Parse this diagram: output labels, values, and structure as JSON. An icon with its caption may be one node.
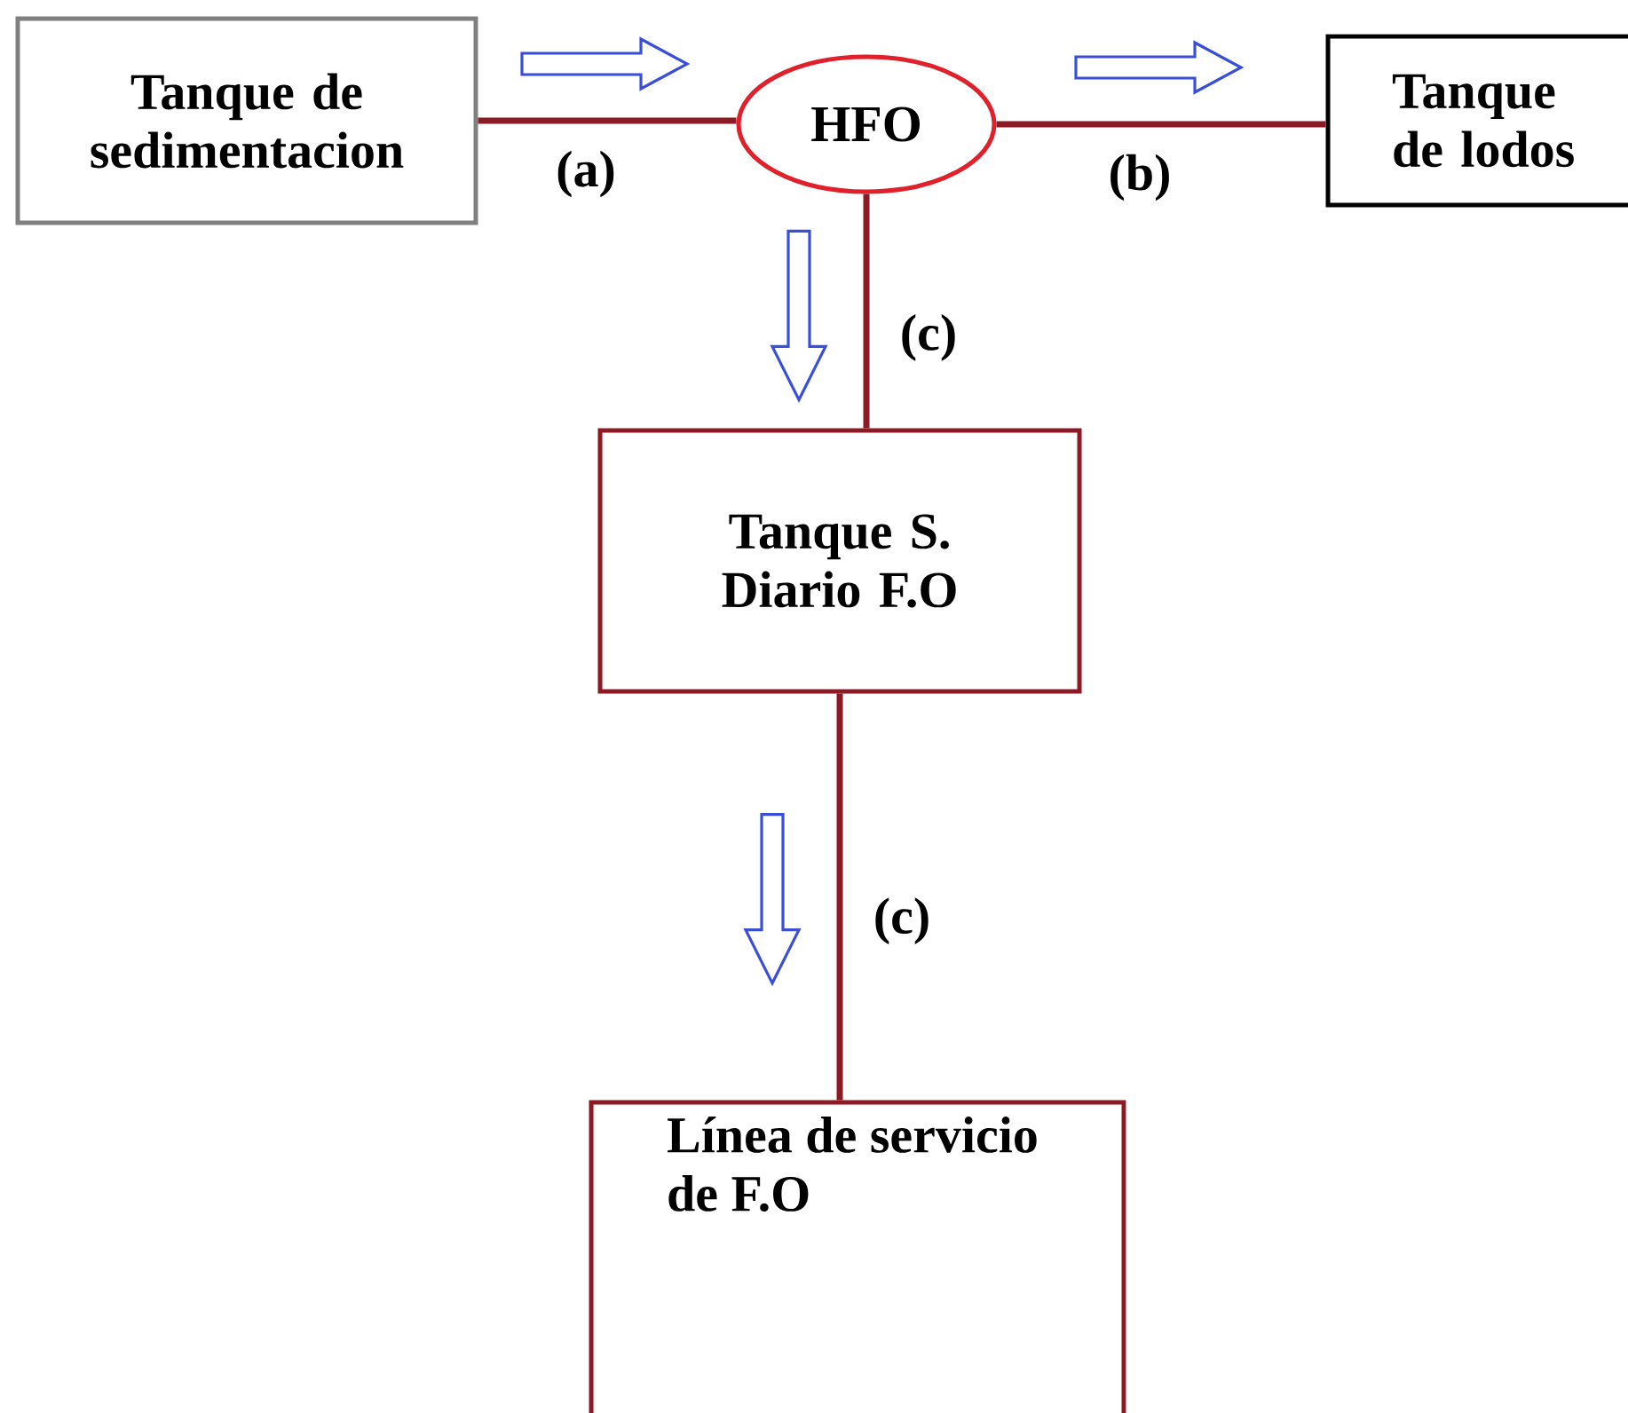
{
  "diagram": {
    "nodes": [
      {
        "text": [
          "Tanque de sedimentacion"
        ]
      },
      {
        "text": [
          "HFO"
        ]
      },
      {
        "text": [
          "Tanque de lodos"
        ]
      },
      {
        "text": [
          "Tanque S. Diario F.O"
        ]
      },
      {
        "text": [
          "Línea de servicio de F.O"
        ]
      }
    ],
    "edges": [
      {
        "from": 0,
        "to": 1,
        "arrow": "none",
        "label": "(a)"
      },
      {
        "from": 1,
        "to": 2,
        "arrow": "none",
        "label": "(b)"
      },
      {
        "from": 1,
        "to": 3,
        "arrow": "none",
        "label": "(c)"
      },
      {
        "from": 3,
        "to": 4,
        "arrow": "none",
        "label": "(c)"
      }
    ]
  }
}
